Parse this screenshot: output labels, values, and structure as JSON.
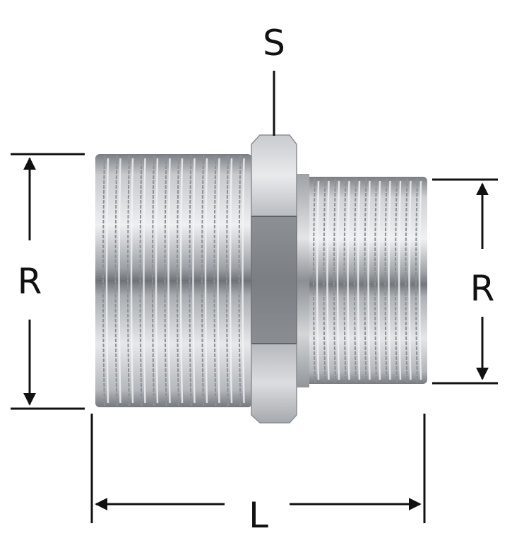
{
  "labels": {
    "hex": "S",
    "left_thread": "R",
    "right_thread": "R",
    "length": "L"
  },
  "colors": {
    "ink": "#111111",
    "metal_light": "#d9dadd",
    "metal_mid": "#a7aaae",
    "metal_dark": "#6e7277",
    "background": "#ffffff"
  }
}
